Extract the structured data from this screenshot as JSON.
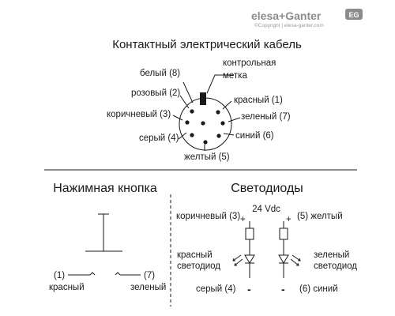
{
  "logo": {
    "brand": "elesa+Ganter",
    "copyright": "©Copyright | elesa-ganter.com",
    "badge": "EG",
    "color": "#8c8c8c"
  },
  "title": "Контактный электрический кабель",
  "connector": {
    "labels": {
      "white": "белый (8)",
      "pink": "розовый (2)",
      "brown": "коричневый (3)",
      "grey": "серый (4)",
      "yellow": "желтый (5)",
      "red": "красный (1)",
      "green": "зеленый (7)",
      "blue": "синий (6)"
    },
    "marker_line1": "контрольная",
    "marker_line2": "метка"
  },
  "push_button": {
    "heading": "Нажимная кнопка",
    "left_num": "(1)",
    "left_color": "красный",
    "right_num": "(7)",
    "right_color": "зеленый"
  },
  "leds": {
    "heading": "Светодиоды",
    "supply": "24 Vdc",
    "plus": "+",
    "minus": "-",
    "brown": "коричневый (3)",
    "yellow": "(5) желтый",
    "red_line1": "красный",
    "red_line2": "светодиод",
    "green_line1": "зеленый",
    "green_line2": "светодиод",
    "grey": "серый (4)",
    "blue": "(6) синий"
  }
}
